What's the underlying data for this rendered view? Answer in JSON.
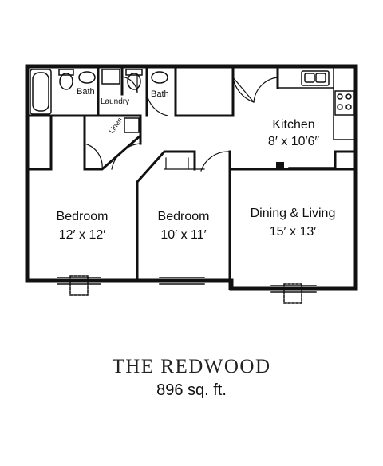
{
  "plan": {
    "name": "THE REDWOOD",
    "area": "896 sq. ft.",
    "rooms": {
      "bath_left": "Bath",
      "laundry": "Laundry",
      "bath_right": "Bath",
      "linen": "Linen",
      "kitchen": {
        "name": "Kitchen",
        "dims": "8′ x 10′6″"
      },
      "bedroom_left": {
        "name": "Bedroom",
        "dims": "12′ x 12′"
      },
      "bedroom_middle": {
        "name": "Bedroom",
        "dims": "10′ x 11′"
      },
      "dining_living": {
        "name": "Dining & Living",
        "dims": "15′ x 13′"
      }
    }
  }
}
